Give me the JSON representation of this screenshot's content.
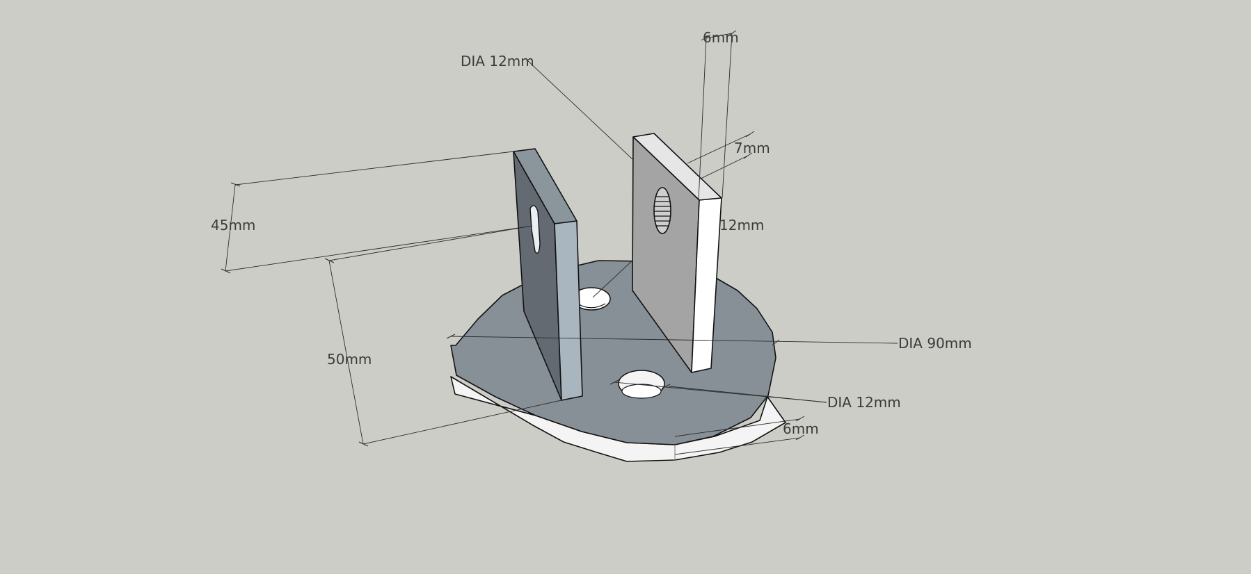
{
  "colors": {
    "background": "#cdcdc8",
    "plate_top": "#879096",
    "plate_side": "#f4f4f4",
    "left_tab_front": "#636a72",
    "left_tab_side": "#a9b6bf",
    "left_tab_top": "#8a959c",
    "right_tab_front": "#a4a4a4",
    "right_tab_side": "#ffffff",
    "right_tab_top": "#e6e6e6"
  },
  "dimensions": {
    "hole_top_dia": "DIA 12mm",
    "tab_thickness": "6mm",
    "hole_edge_offset": "7mm",
    "tab_width": "12mm",
    "tab_height": "45mm",
    "overall_height": "50mm",
    "plate_dia": "DIA 90mm",
    "plate_hole_dia": "DIA 12mm",
    "plate_thickness": "6mm"
  }
}
